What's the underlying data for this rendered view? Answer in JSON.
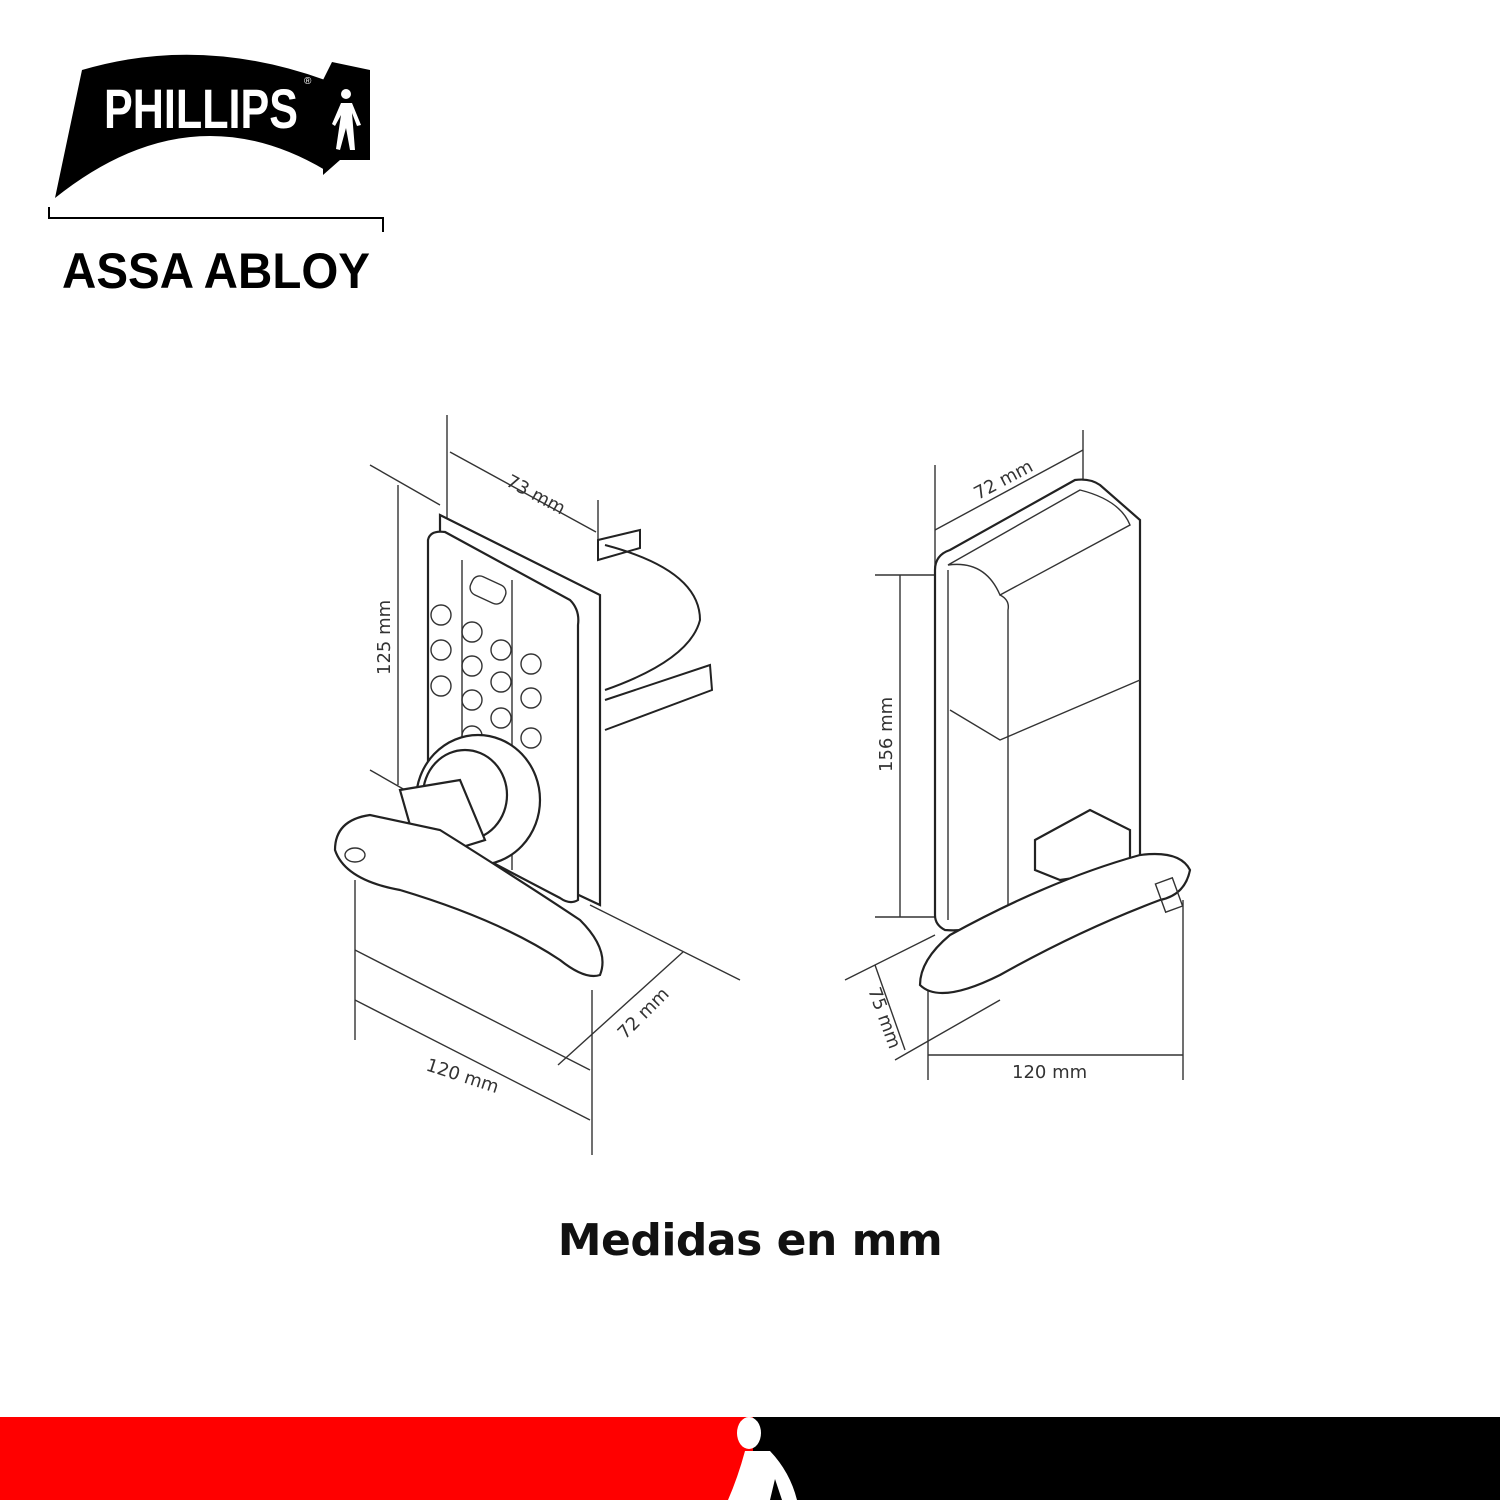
{
  "brand": {
    "name": "PHILLIPS",
    "registered": "®",
    "parent": "ASSA ABLOY"
  },
  "diagram": {
    "left_view": {
      "width_top": "73 mm",
      "height": "125 mm",
      "depth": "72 mm",
      "lever_length": "120 mm"
    },
    "right_view": {
      "width_top": "72 mm",
      "height": "156 mm",
      "depth": "75 mm",
      "lever_length": "120 mm"
    }
  },
  "caption": "Medidas en mm",
  "colors": {
    "footer_red": "#ff0000",
    "footer_black": "#000000",
    "ink": "#222222"
  }
}
